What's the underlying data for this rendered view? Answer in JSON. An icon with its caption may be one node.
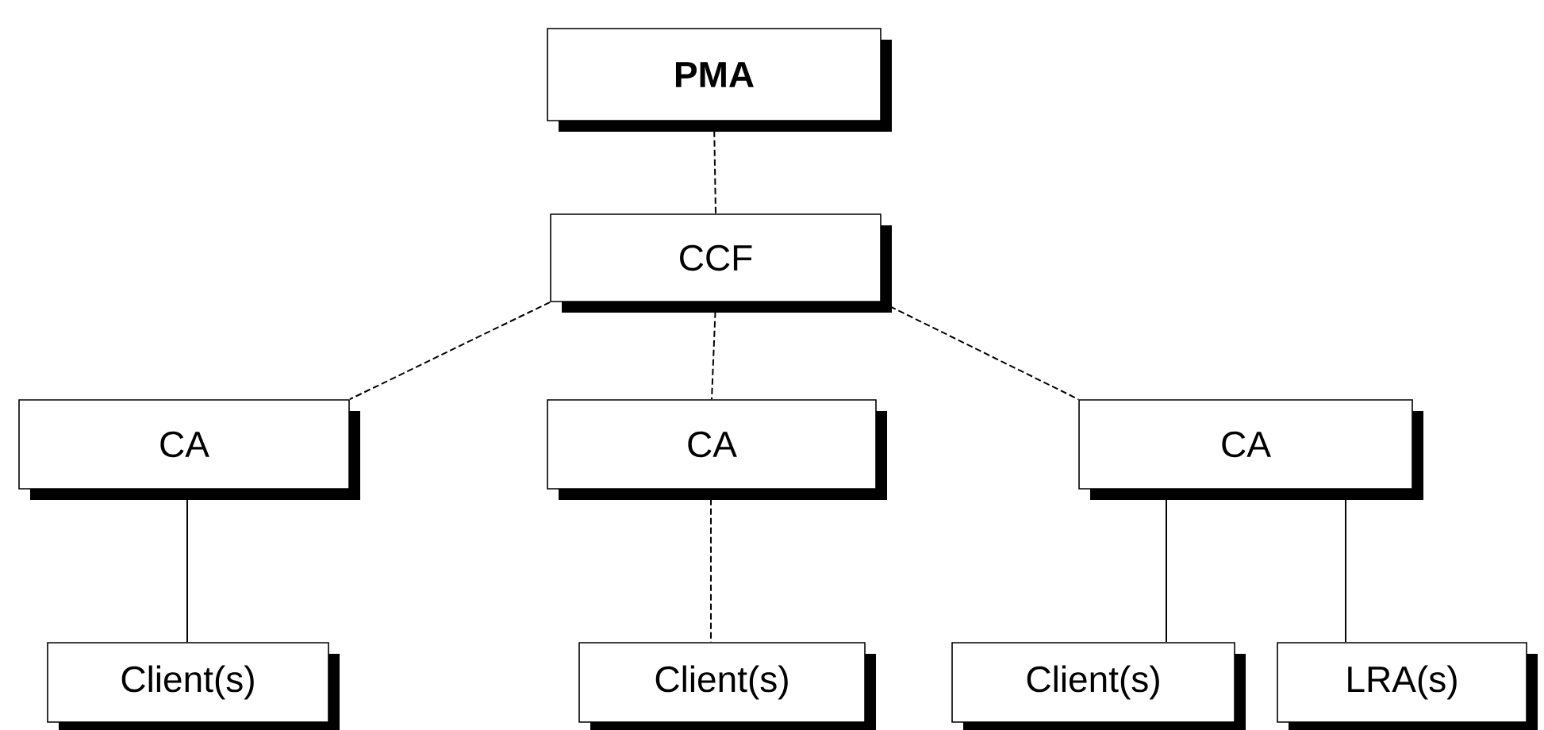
{
  "diagram": {
    "nodes": [
      {
        "text": [
          "**PMA**"
        ]
      },
      {
        "text": [
          "CCF"
        ]
      },
      {
        "text": [
          "CA"
        ]
      },
      {
        "text": [
          "CA"
        ]
      },
      {
        "text": [
          "CA"
        ]
      },
      {
        "text": [
          "Client(s)"
        ]
      },
      {
        "text": [
          "Client(s)"
        ]
      },
      {
        "text": [
          "Client(s)"
        ]
      },
      {
        "text": [
          "LRA(s)"
        ]
      }
    ],
    "edges": [
      {
        "from": 0,
        "to": 1,
        "arrow": "none",
        "style": "dashed"
      },
      {
        "from": 1,
        "to": 2,
        "arrow": "none",
        "style": "dashed"
      },
      {
        "from": 1,
        "to": 3,
        "arrow": "none",
        "style": "dashed"
      },
      {
        "from": 1,
        "to": 4,
        "arrow": "none",
        "style": "dashed"
      },
      {
        "from": 2,
        "to": 5,
        "arrow": "none"
      },
      {
        "from": 3,
        "to": 6,
        "arrow": "none",
        "style": "dashed"
      },
      {
        "from": 4,
        "to": 7,
        "arrow": "none"
      },
      {
        "from": 4,
        "to": 8,
        "arrow": "none"
      }
    ]
  }
}
